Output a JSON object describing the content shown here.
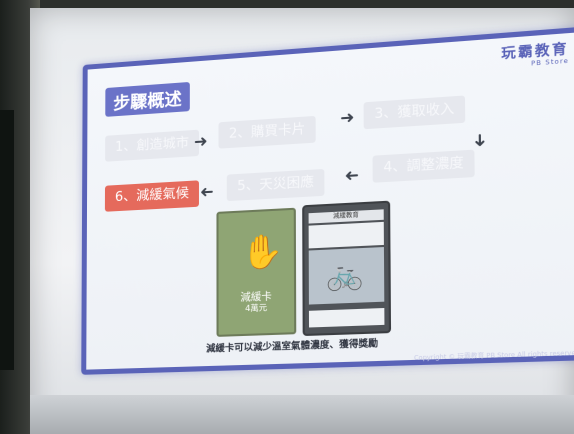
{
  "slide": {
    "brand_name": "玩霸教育",
    "brand_sub": "PB Store",
    "title": "步驟概述",
    "steps": [
      {
        "label": "1、創造城市"
      },
      {
        "label": "2、購買卡片"
      },
      {
        "label": "3、獲取收入"
      },
      {
        "label": "4、調整濃度"
      },
      {
        "label": "5、天災困應"
      },
      {
        "label": "6、減緩氣候"
      }
    ],
    "card": {
      "name": "減緩卡",
      "cost": "4萬元"
    },
    "phone": {
      "header": "減緩教育"
    },
    "caption": "減緩卡可以減少溫室氣體濃度、獲得獎勵",
    "copyright": "Copyright © 玩霸教育 PB Store All rights reserved"
  }
}
